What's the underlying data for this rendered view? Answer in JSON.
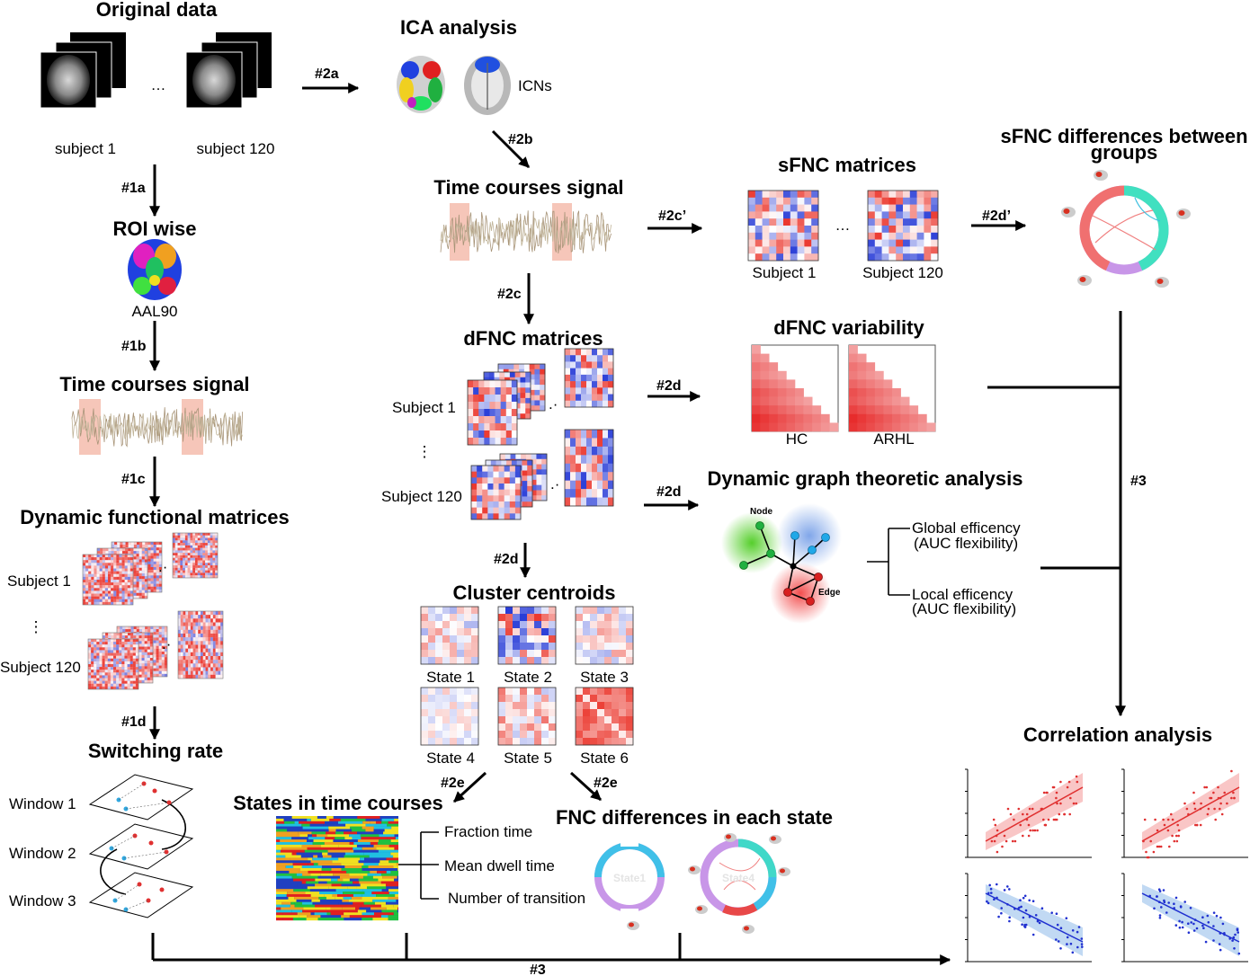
{
  "pipeline_left": {
    "original_data": "Original data",
    "subject_1": "subject 1",
    "subject_120": "subject 120",
    "ellipsis": "…",
    "step_1a": "#1a",
    "roi_wise": "ROI wise",
    "aal90": "AAL90",
    "step_1b": "#1b",
    "time_courses": "Time courses signal",
    "step_1c": "#1c",
    "dyn_func_matrices": "Dynamic functional matrices",
    "dfm_subject_1": "Subject 1",
    "dfm_subject_120": "Subject 120",
    "vertical_dots": "⋮",
    "step_1d": "#1d",
    "switching_rate": "Switching rate",
    "window_1": "Window 1",
    "window_2": "Window 2",
    "window_3": "Window 3"
  },
  "pipeline_middle": {
    "step_2a": "#2a",
    "ica_analysis": "ICA analysis",
    "icns": "ICNs",
    "step_2b": "#2b",
    "time_courses": "Time courses signal",
    "step_2c": "#2c",
    "dfnc_matrices": "dFNC matrices",
    "dfnc_subject_1": "Subject 1",
    "dfnc_subject_120": "Subject 120",
    "vertical_dots": "⋮",
    "step_2d": "#2d",
    "cluster_centroids": "Cluster centroids",
    "states": [
      "State 1",
      "State 2",
      "State 3",
      "State 4",
      "State 5",
      "State 6"
    ],
    "step_2e_left": "#2e",
    "step_2e_right": "#2e",
    "states_in_time": "States in time courses",
    "fraction_time": "Fraction time",
    "mean_dwell": "Mean dwell time",
    "num_transition": "Number of transition",
    "fnc_diff_state": "FNC differences in each state",
    "ring_state1": "State1",
    "ring_state4": "State4"
  },
  "pipeline_right": {
    "step_2c_prime": "#2c’",
    "sfnc_matrices": "sFNC matrices",
    "sfnc_subject_1": "Subject 1",
    "sfnc_subject_120": "Subject 120",
    "ellipsis": "…",
    "step_2d_prime": "#2d’",
    "sfnc_diff_line1": "sFNC differences between",
    "sfnc_diff_line2": "groups",
    "step_2d_var": "#2d",
    "dfnc_variability": "dFNC variability",
    "hc": "HC",
    "arhl": "ARHL",
    "step_2d_graph": "#2d",
    "dyn_graph": "Dynamic graph theoretic analysis",
    "node": "Node",
    "edge": "Edge",
    "global_eff": "Global efficency",
    "global_auc": "(AUC flexibility)",
    "local_eff": "Local efficency",
    "local_auc": "(AUC flexibility)",
    "step_3_right": "#3",
    "correlation_analysis": "Correlation analysis",
    "step_3_bottom": "#3"
  },
  "colors": {
    "heading": "#000000",
    "matrix_red": "#e8383a",
    "matrix_blue": "#2d3bd6",
    "highlight_band": "#f4b8a8",
    "positive_corr": "#e03030",
    "negative_corr": "#2030d0"
  }
}
